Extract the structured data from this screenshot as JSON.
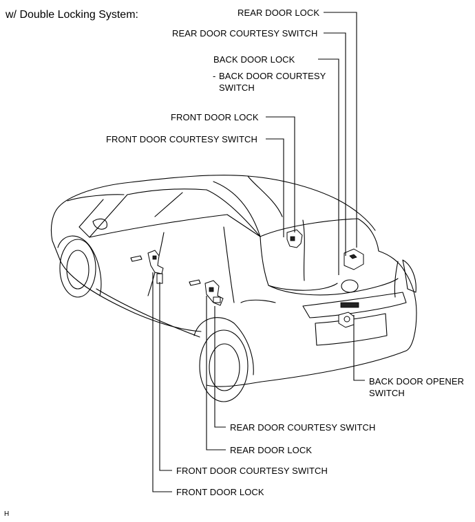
{
  "header": {
    "title": "w/ Double Locking System:"
  },
  "labels": {
    "top_rear_door_lock": "REAR DOOR LOCK",
    "top_rear_door_courtesy_switch": "REAR DOOR COURTESY SWITCH",
    "back_door_lock": "BACK DOOR LOCK",
    "back_door_courtesy_switch_dash": "-",
    "back_door_courtesy_switch_line1": "BACK DOOR COURTESY",
    "back_door_courtesy_switch_line2": "SWITCH",
    "top_front_door_lock": "FRONT DOOR LOCK",
    "top_front_door_courtesy_switch": "FRONT DOOR COURTESY SWITCH",
    "back_door_opener_switch_line1": "BACK DOOR OPENER",
    "back_door_opener_switch_line2": "SWITCH",
    "bottom_rear_door_courtesy_switch": "REAR DOOR COURTESY SWITCH",
    "bottom_rear_door_lock": "REAR DOOR LOCK",
    "bottom_front_door_courtesy_switch": "FRONT DOOR COURTESY SWITCH",
    "bottom_front_door_lock": "FRONT DOOR LOCK"
  },
  "footer": {
    "code": "H"
  }
}
